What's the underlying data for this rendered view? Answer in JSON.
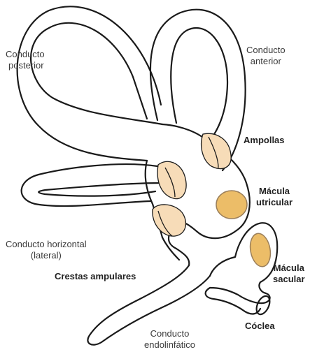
{
  "colors": {
    "outline": "#1a1a1a",
    "crest_fill": "#f7dcb8",
    "macula_fill": "#ecbd68",
    "macula_rim": "#9b7f5a",
    "background": "#ffffff"
  },
  "labels": {
    "posterior": [
      "Conducto",
      "posterior"
    ],
    "anterior": [
      "Conducto",
      "anterior"
    ],
    "ampollas": "Ampollas",
    "macula_utricular": [
      "Mácula",
      "utricular"
    ],
    "horizontal": [
      "Conducto horizontal",
      "(lateral)"
    ],
    "crestas": "Crestas ampulares",
    "macula_sacular": [
      "Mácula",
      "sacular"
    ],
    "coclea": "Cóclea",
    "endolinfatico": [
      "Conducto",
      "endolinfático"
    ]
  }
}
